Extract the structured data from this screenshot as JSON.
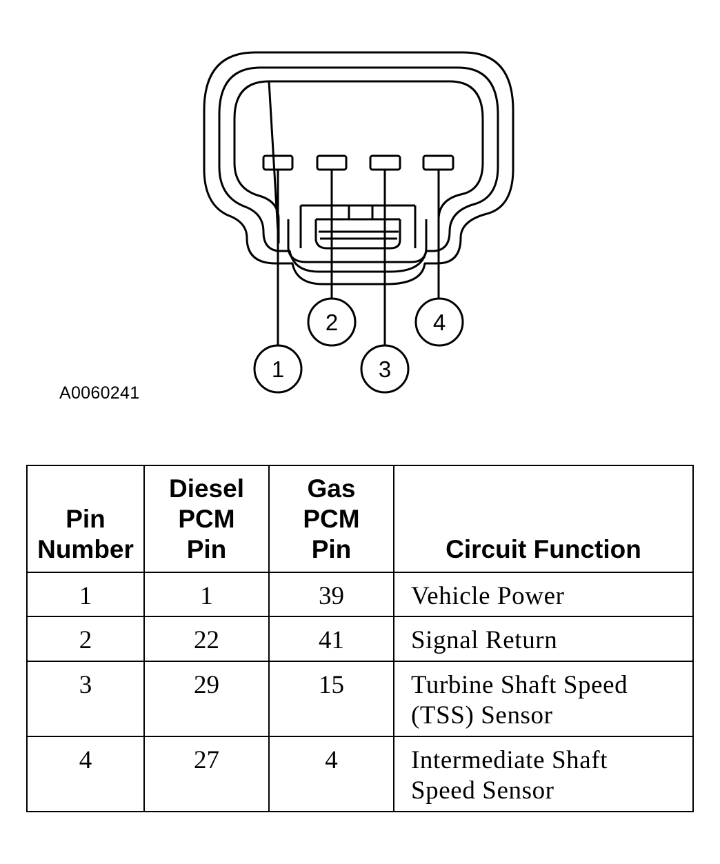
{
  "figure_id": "A0060241",
  "connector": {
    "callouts": [
      "1",
      "2",
      "3",
      "4"
    ]
  },
  "table": {
    "headers": {
      "pin_number": [
        "Pin",
        "Number"
      ],
      "diesel_pcm_pin": [
        "Diesel",
        "PCM",
        "Pin"
      ],
      "gas_pcm_pin": [
        "Gas",
        "PCM",
        "Pin"
      ],
      "circuit_function": [
        "Circuit Function"
      ]
    },
    "rows": [
      {
        "pin": "1",
        "diesel": "1",
        "gas": "39",
        "function": [
          "Vehicle Power"
        ]
      },
      {
        "pin": "2",
        "diesel": "22",
        "gas": "41",
        "function": [
          "Signal Return"
        ]
      },
      {
        "pin": "3",
        "diesel": "29",
        "gas": "15",
        "function": [
          "Turbine Shaft Speed",
          "(TSS) Sensor"
        ]
      },
      {
        "pin": "4",
        "diesel": "27",
        "gas": "4",
        "function": [
          "Intermediate Shaft",
          "Speed Sensor"
        ]
      }
    ]
  }
}
